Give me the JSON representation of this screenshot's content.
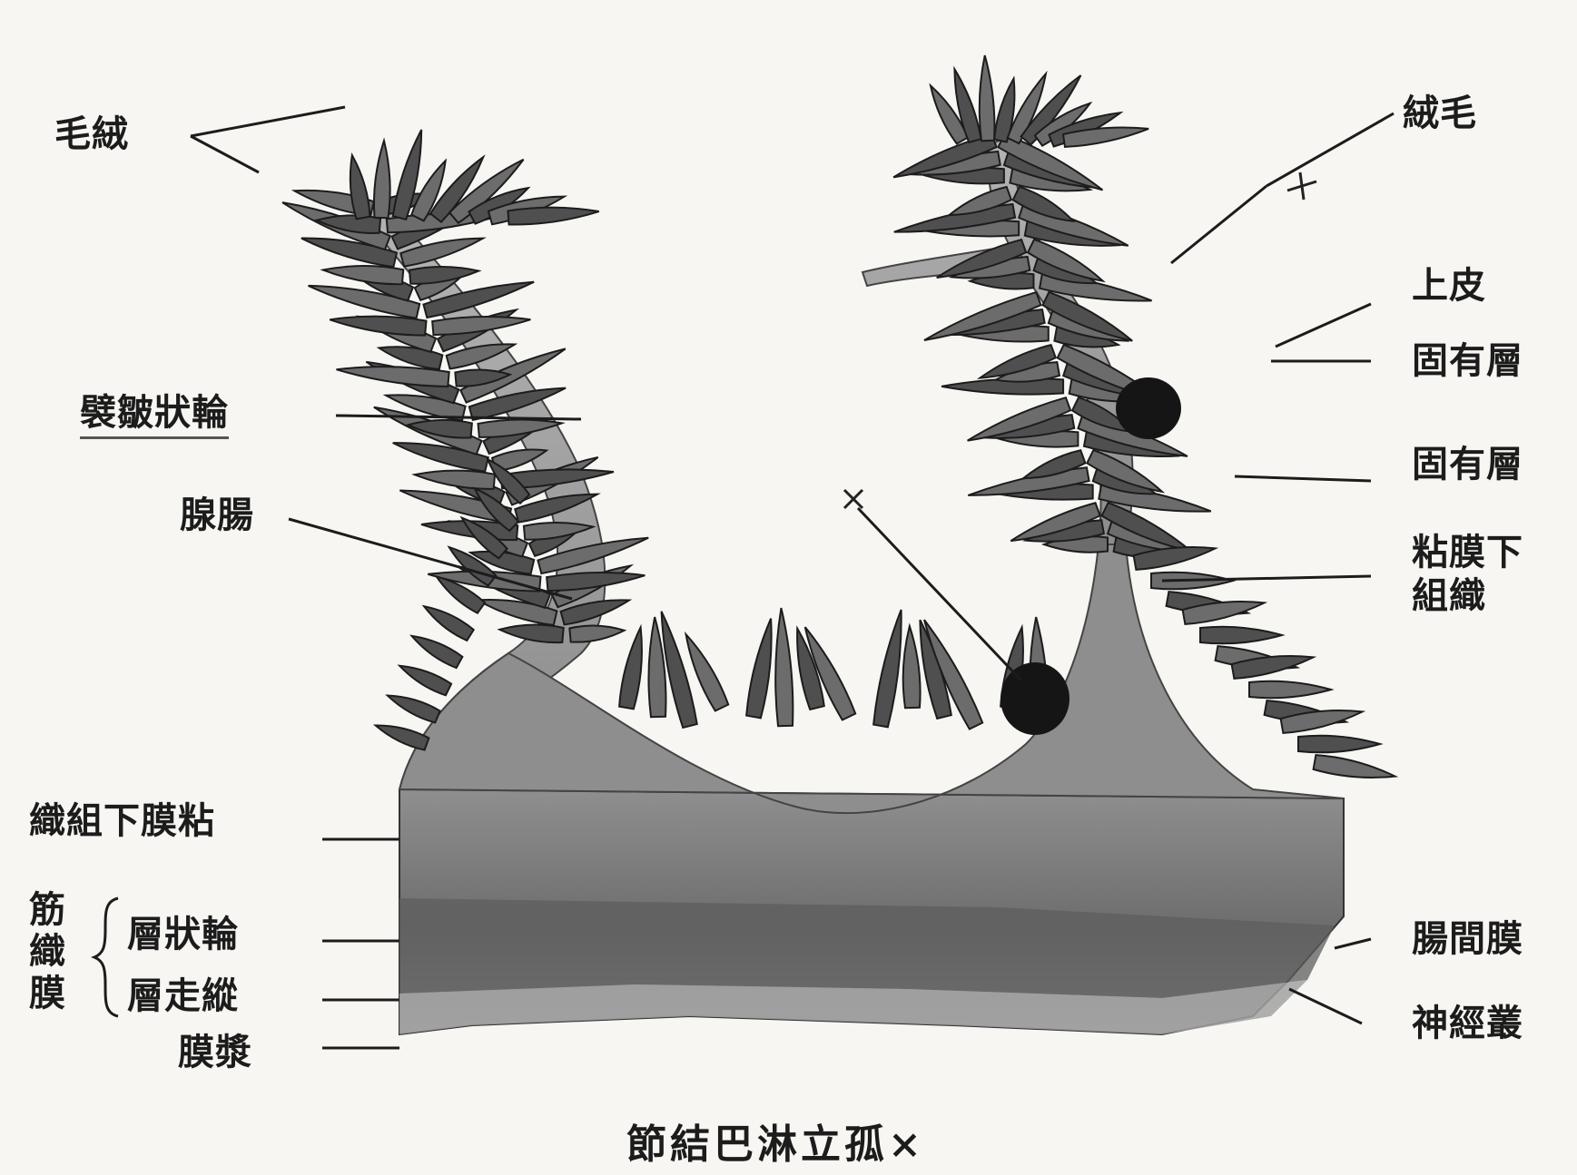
{
  "labels": {
    "villi_left": "毛絨",
    "villi_right": "絨毛",
    "plicae_circulares": "襞皺狀輪",
    "intestinal_glands": "腺腸",
    "epithelium": "上皮",
    "lamina_propria_1": "固有層",
    "lamina_propria_2": "固有層",
    "submucosa_right": "粘膜下\n組織",
    "submucosa_left": "織組下膜粘",
    "muscularis_group": "筋織膜",
    "circular_layer": "層狀輪",
    "longitudinal_layer": "層走縱",
    "serosa": "膜漿",
    "mesentery": "腸間膜",
    "nerve_plexus": "神經叢",
    "caption": "節結巴淋立孤×"
  },
  "colors": {
    "paper": "#f7f6f2",
    "ink": "#1c1c1c",
    "tissue_dark": "#5a5a5a",
    "tissue_mid": "#8a8a8a",
    "tissue_light": "#a9a9a9",
    "nodule": "#151515"
  }
}
